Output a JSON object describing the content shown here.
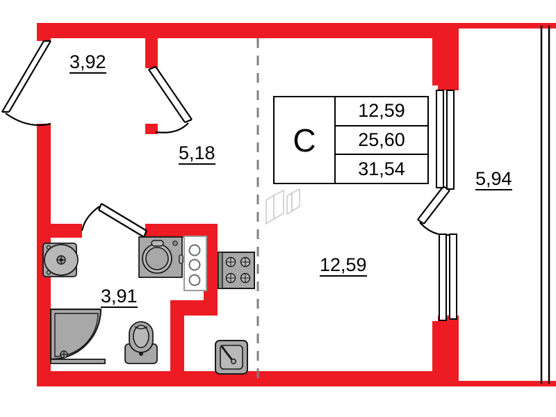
{
  "plan": {
    "kind": "apartment-floor-plan",
    "wall_color": "#ED1C24",
    "outline_color": "#000000",
    "fixture_fill": "#A8A8A8",
    "fixture_stroke": "#1A1A1A",
    "background": "#FFFFFF"
  },
  "info_table": {
    "type_letter": "C",
    "rows": [
      {
        "name": "living-area",
        "value": "12,59"
      },
      {
        "name": "usable-area",
        "value": "25,60"
      },
      {
        "name": "total-area",
        "value": "31,54"
      }
    ]
  },
  "rooms": [
    {
      "name": "hall",
      "area": "3,92"
    },
    {
      "name": "corridor",
      "area": "5,18"
    },
    {
      "name": "bathroom",
      "area": "3,91"
    },
    {
      "name": "living-room",
      "area": "12,59"
    },
    {
      "name": "balcony",
      "area": "5,94"
    }
  ],
  "fixtures": [
    {
      "name": "washbasin",
      "room": "bathroom"
    },
    {
      "name": "shower-tray",
      "room": "bathroom"
    },
    {
      "name": "toilet",
      "room": "bathroom"
    },
    {
      "name": "washing-machine",
      "room": "bathroom"
    },
    {
      "name": "counter-burners",
      "room": "kitchen"
    },
    {
      "name": "cooktop",
      "room": "kitchen"
    },
    {
      "name": "kitchen-sink",
      "room": "kitchen"
    }
  ],
  "openings": [
    {
      "name": "entrance-door",
      "swing": "left"
    },
    {
      "name": "hall-door",
      "swing": "right"
    },
    {
      "name": "bathroom-door",
      "swing": "left"
    },
    {
      "name": "balcony-door",
      "swing": "left"
    },
    {
      "name": "window-upper",
      "kind": "glazing"
    },
    {
      "name": "window-lower",
      "kind": "glazing"
    }
  ]
}
